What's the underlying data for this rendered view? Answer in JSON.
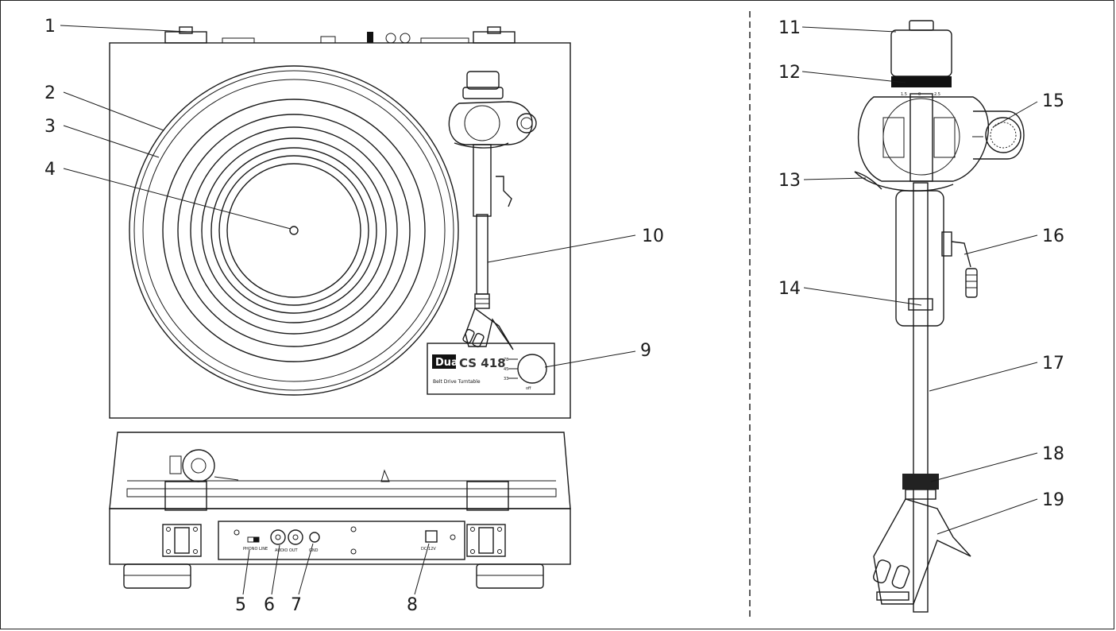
{
  "callouts": [
    "1",
    "2",
    "3",
    "4",
    "5",
    "6",
    "7",
    "8",
    "9",
    "10",
    "11",
    "12",
    "13",
    "14",
    "15",
    "16",
    "17",
    "18",
    "19"
  ],
  "panel": {
    "brand": "Dual",
    "model": "CS 418",
    "subtitle": "Belt Drive Turntable",
    "speed_78": "78",
    "speed_45": "45",
    "speed_33": "33",
    "off": "off"
  },
  "rear_labels": {
    "phono_line": "PHONO  LINE",
    "audio_out": "AUDIO OUT",
    "gnd": "GND",
    "dc": "DC 12V"
  },
  "scale_labels": {
    "left": "1.5",
    "center": "0",
    "right": "2.5"
  }
}
